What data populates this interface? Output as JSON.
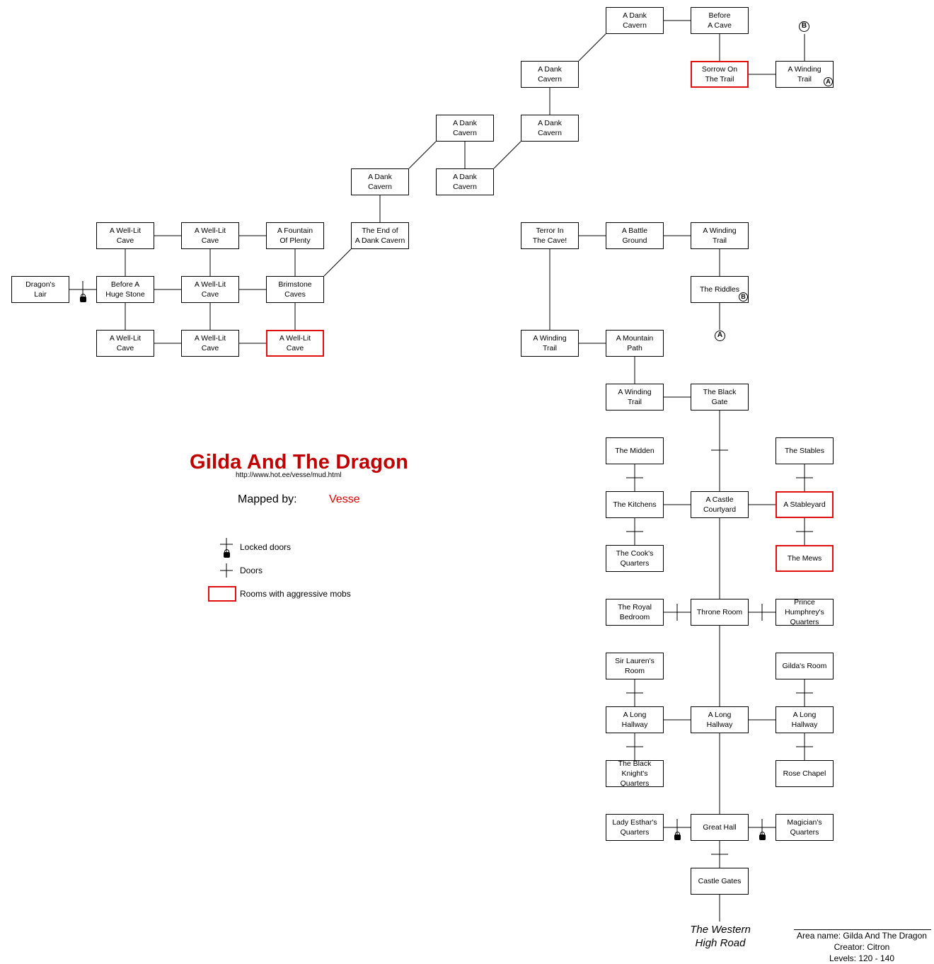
{
  "title": "Gilda And The Dragon",
  "url": "http://www.hot.ee/vesse/mud.html",
  "mapped_by_label": "Mapped by:",
  "mapper": "Vesse",
  "legend": {
    "locked_doors": "Locked doors",
    "doors": "Doors",
    "aggressive": "Rooms with aggressive mobs"
  },
  "exit_label": "The Western\nHigh Road",
  "info": {
    "area": "Area name: Gilda And The Dragon",
    "creator": "Creator: Citron",
    "levels": "Levels: 120 - 140"
  },
  "colors": {
    "aggressive_border": "#e01010",
    "title": "#c00000",
    "mapper": "#e00000"
  },
  "rooms": [
    {
      "id": "dank1",
      "label": "A Dank\nCavern"
    },
    {
      "id": "beforecave",
      "label": "Before\nA Cave"
    },
    {
      "id": "dank2",
      "label": "A Dank\nCavern"
    },
    {
      "id": "sorrow",
      "label": "Sorrow On\nThe Trail",
      "aggressive": true
    },
    {
      "id": "wind1",
      "label": "A Winding\nTrail"
    },
    {
      "id": "dank3",
      "label": "A Dank\nCavern"
    },
    {
      "id": "dank4",
      "label": "A Dank\nCavern"
    },
    {
      "id": "dank5",
      "label": "A Dank\nCavern"
    },
    {
      "id": "dank6",
      "label": "A Dank\nCavern"
    },
    {
      "id": "wl1",
      "label": "A Well-Lit\nCave"
    },
    {
      "id": "wl2",
      "label": "A Well-Lit\nCave"
    },
    {
      "id": "fountain",
      "label": "A Fountain\nOf Plenty"
    },
    {
      "id": "endcavern",
      "label": "The End of\nA Dank Cavern"
    },
    {
      "id": "terror",
      "label": "Terror In\nThe Cave!"
    },
    {
      "id": "battle",
      "label": "A Battle\nGround"
    },
    {
      "id": "wind2",
      "label": "A Winding\nTrail"
    },
    {
      "id": "lair",
      "label": "Dragon's\nLair"
    },
    {
      "id": "hugestone",
      "label": "Before A\nHuge Stone"
    },
    {
      "id": "wl3",
      "label": "A Well-Lit\nCave"
    },
    {
      "id": "brimstone",
      "label": "Brimstone\nCaves"
    },
    {
      "id": "riddles",
      "label": "The Riddles"
    },
    {
      "id": "wl4",
      "label": "A Well-Lit\nCave"
    },
    {
      "id": "wl5",
      "label": "A Well-Lit\nCave"
    },
    {
      "id": "wl6",
      "label": "A Well-Lit\nCave",
      "aggressive": true
    },
    {
      "id": "wind3",
      "label": "A Winding\nTrail"
    },
    {
      "id": "mountain",
      "label": "A Mountain\nPath"
    },
    {
      "id": "wind4",
      "label": "A Winding\nTrail"
    },
    {
      "id": "blackgate",
      "label": "The Black\nGate"
    },
    {
      "id": "midden",
      "label": "The Midden"
    },
    {
      "id": "stables",
      "label": "The Stables"
    },
    {
      "id": "kitchens",
      "label": "The Kitchens"
    },
    {
      "id": "courtyard",
      "label": "A Castle\nCourtyard"
    },
    {
      "id": "stableyard",
      "label": "A Stableyard",
      "aggressive": true
    },
    {
      "id": "cooks",
      "label": "The Cook's\nQuarters"
    },
    {
      "id": "mews",
      "label": "The Mews",
      "aggressive": true
    },
    {
      "id": "royalbed",
      "label": "The Royal\nBedroom"
    },
    {
      "id": "throne",
      "label": "Throne Room"
    },
    {
      "id": "prince",
      "label": "Prince\nHumphrey's\nQuarters"
    },
    {
      "id": "lauren",
      "label": "Sir Lauren's\nRoom"
    },
    {
      "id": "gilda",
      "label": "Gilda's Room"
    },
    {
      "id": "hallL",
      "label": "A Long\nHallway"
    },
    {
      "id": "hallC",
      "label": "A Long\nHallway"
    },
    {
      "id": "hallR",
      "label": "A Long\nHallway"
    },
    {
      "id": "knight",
      "label": "The Black\nKnight's\nQuarters"
    },
    {
      "id": "rose",
      "label": "Rose Chapel"
    },
    {
      "id": "esthar",
      "label": "Lady Esthar's\nQuarters"
    },
    {
      "id": "greathall",
      "label": "Great Hall"
    },
    {
      "id": "magician",
      "label": "Magician's\nQuarters"
    },
    {
      "id": "gates",
      "label": "Castle Gates"
    }
  ],
  "markers": [
    {
      "id": "mB_top",
      "letter": "B"
    },
    {
      "id": "mA_wind",
      "letter": "A"
    },
    {
      "id": "mB_riddles",
      "letter": "B"
    },
    {
      "id": "mA_bottom",
      "letter": "A"
    }
  ]
}
